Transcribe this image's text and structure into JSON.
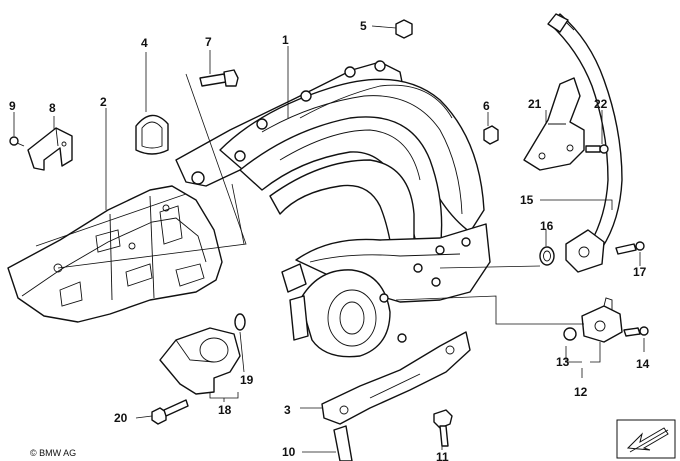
{
  "diagram": {
    "callouts": [
      {
        "id": "1",
        "label": "1"
      },
      {
        "id": "2",
        "label": "2"
      },
      {
        "id": "3",
        "label": "3"
      },
      {
        "id": "4",
        "label": "4"
      },
      {
        "id": "5",
        "label": "5"
      },
      {
        "id": "6",
        "label": "6"
      },
      {
        "id": "7",
        "label": "7"
      },
      {
        "id": "8",
        "label": "8"
      },
      {
        "id": "9",
        "label": "9"
      },
      {
        "id": "10",
        "label": "10"
      },
      {
        "id": "11",
        "label": "11"
      },
      {
        "id": "12",
        "label": "12"
      },
      {
        "id": "13",
        "label": "13"
      },
      {
        "id": "14",
        "label": "14"
      },
      {
        "id": "15",
        "label": "15"
      },
      {
        "id": "16",
        "label": "16"
      },
      {
        "id": "17",
        "label": "17"
      },
      {
        "id": "18",
        "label": "18"
      },
      {
        "id": "19",
        "label": "19"
      },
      {
        "id": "20",
        "label": "20"
      },
      {
        "id": "21",
        "label": "21"
      },
      {
        "id": "22",
        "label": "22"
      }
    ],
    "copyright": "© BMW AG",
    "line_color": "#111111",
    "background_color": "#ffffff"
  }
}
